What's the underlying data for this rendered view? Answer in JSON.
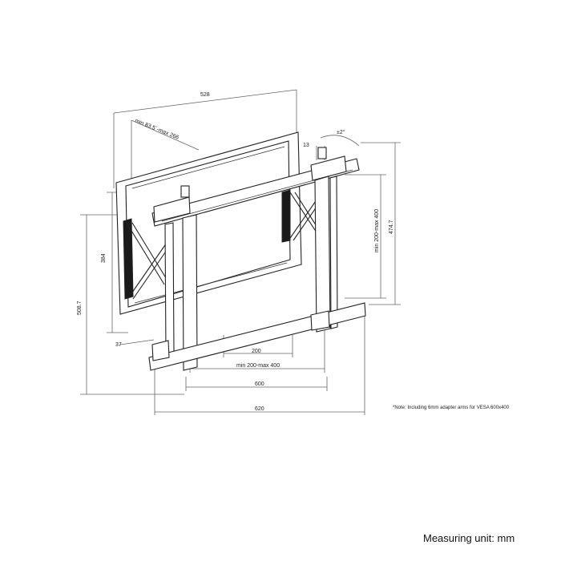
{
  "dimensions": {
    "overall_width": "528",
    "arm_range": "min 83.5´-max 266",
    "tilt": "±2°",
    "adjust": "13",
    "left_height": "384",
    "total_height": "508.7",
    "offset": "37",
    "center_spacing": "200",
    "vesa_h_range": "min 200-max 400",
    "rail_600": "600",
    "rail_620": "620",
    "vesa_v_range": "min 200-max 400",
    "right_height": "474.7"
  },
  "note": "*Note: Including 6mm adapter arms for VESA 600x400",
  "unit_label": "Measuring unit: mm"
}
